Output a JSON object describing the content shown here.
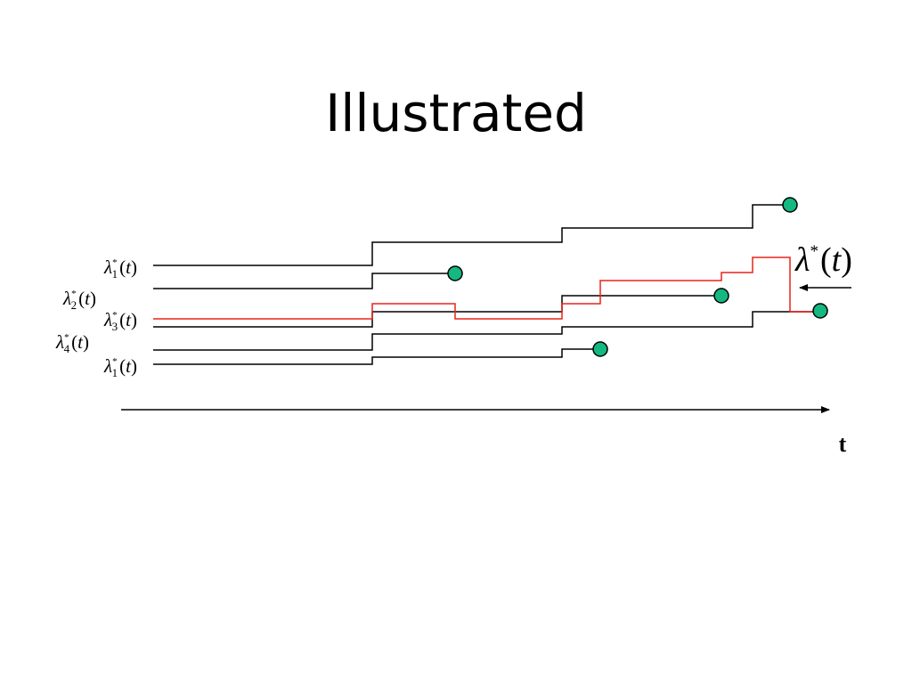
{
  "slide": {
    "title": "Illustrated"
  },
  "labels": {
    "lambda_symbol": "λ",
    "star": "*",
    "arg": "t",
    "open_paren": "(",
    "close_paren": ")",
    "rows": [
      {
        "subscript": "1"
      },
      {
        "subscript": "2"
      },
      {
        "subscript": "3"
      },
      {
        "subscript": "4"
      },
      {
        "subscript": "1"
      }
    ],
    "combined_label": "λ*(t)",
    "axis_label": "t"
  },
  "colors": {
    "line": "#000000",
    "highlight": "#e8231b",
    "marker_fill": "#14b881",
    "marker_stroke": "#000000"
  }
}
